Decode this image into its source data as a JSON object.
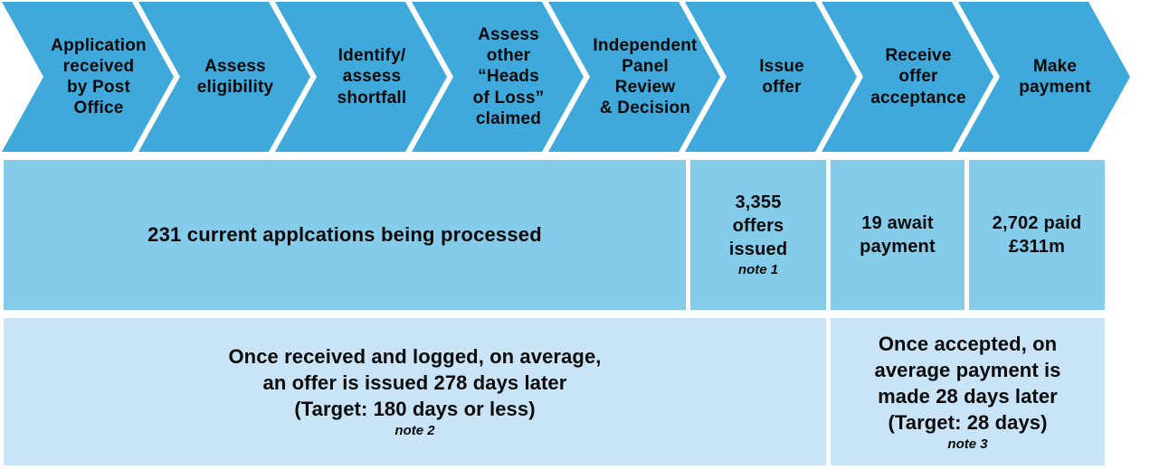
{
  "palette": {
    "chevron_blue": "#3FA9DC",
    "mid_blue": "#85CBEA",
    "light_blue": "#C8E4F6",
    "text": "#0a0a0a"
  },
  "chevrons": [
    {
      "label": "Application\nreceived\nby Post\nOffice"
    },
    {
      "label": "Assess\neligibility"
    },
    {
      "label": "Identify/\nassess\nshortfall"
    },
    {
      "label": "Assess\nother\n“Heads\nof Loss”\nclaimed"
    },
    {
      "label": "Independent\nPanel\nReview\n& Decision"
    },
    {
      "label": "Issue\noffer"
    },
    {
      "label": "Receive\noffer\nacceptance"
    },
    {
      "label": "Make\npayment"
    }
  ],
  "status_row": {
    "processing": "231 current applcations being processed",
    "offers_issued": {
      "text": "3,355\noffers\nissued",
      "note": "note 1"
    },
    "await_payment": "19 await\npayment",
    "paid": "2,702 paid\n£311m"
  },
  "timing_row": {
    "offer_timing": {
      "text": "Once received and logged, on average,\nan offer is issued 278 days later\n(Target: 180 days or less)",
      "note": "note 2"
    },
    "payment_timing": {
      "text": "Once accepted, on\naverage payment is\nmade 28 days later\n(Target: 28 days)",
      "note": "note 3"
    }
  }
}
